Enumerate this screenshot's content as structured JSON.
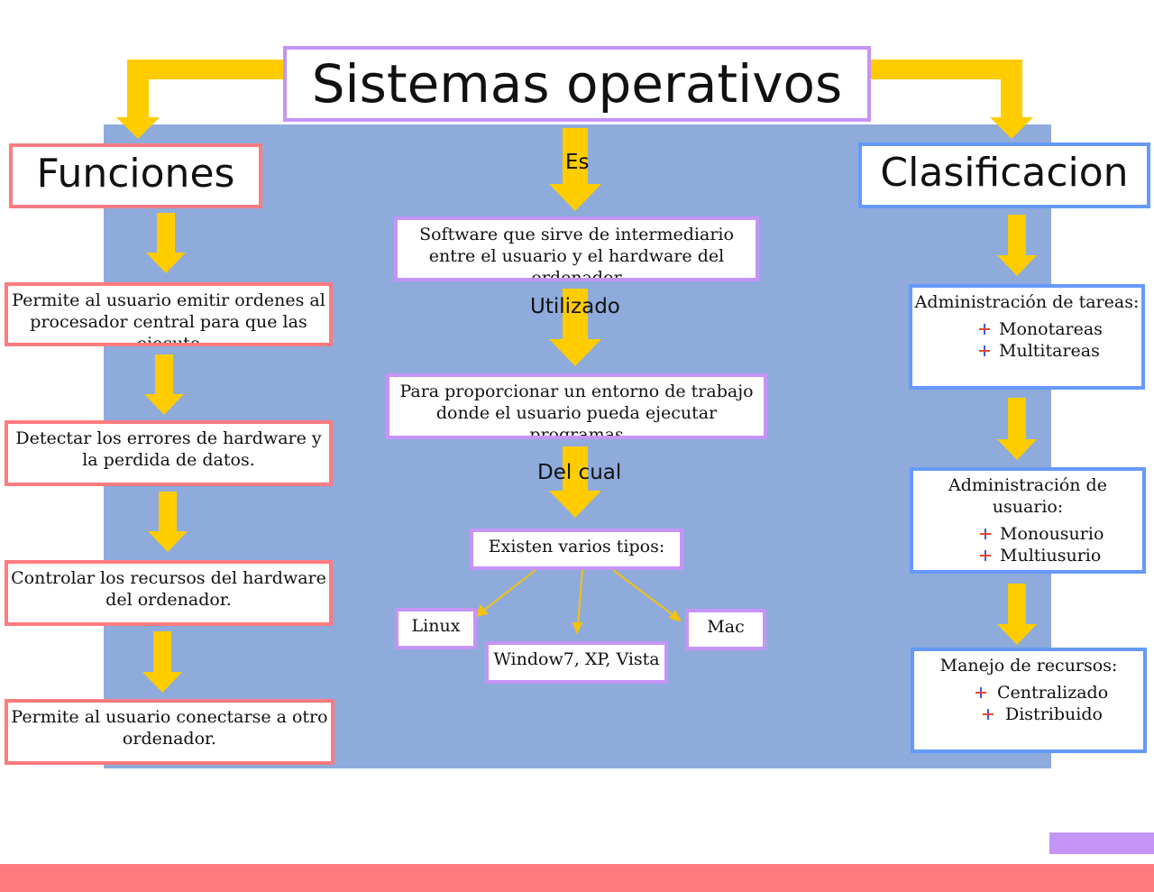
{
  "title": "Sistemas operativos",
  "left": {
    "heading": "Funciones",
    "items": [
      "Permite al usuario emitir ordenes al procesador central para que las ejecute",
      "Detectar los errores de hardware y la perdida de datos.",
      "Controlar los recursos del hardware del ordenador.",
      "Permite al usuario conectarse a otro ordenador."
    ]
  },
  "center": {
    "label_es": "Es",
    "definition": "Software que sirve de intermediario entre el usuario y el hardware del ordenador",
    "label_utilizado": "Utilizado",
    "purpose": "Para proporcionar un entorno de trabajo donde el usuario pueda ejecutar programas",
    "label_del_cual": "Del cual",
    "types_heading": "Existen varios tipos:",
    "types": [
      "Linux",
      "Window7, XP, Vista",
      "Mac"
    ]
  },
  "right": {
    "heading": "Clasificacion",
    "groups": [
      {
        "title": "Administración de tareas:",
        "items": [
          "Monotareas",
          "Multitareas"
        ]
      },
      {
        "title": "Administración de usuario:",
        "items": [
          "Monousurio",
          "Multiusurio"
        ]
      },
      {
        "title": "Manejo de recursos:",
        "items": [
          "Centralizado",
          "Distribuido"
        ]
      }
    ]
  },
  "colors": {
    "panel": "#8eabdb",
    "arrow": "#ffcc00",
    "pink": "#fe7b80",
    "purple": "#c594f7",
    "blue": "#6599fc"
  }
}
